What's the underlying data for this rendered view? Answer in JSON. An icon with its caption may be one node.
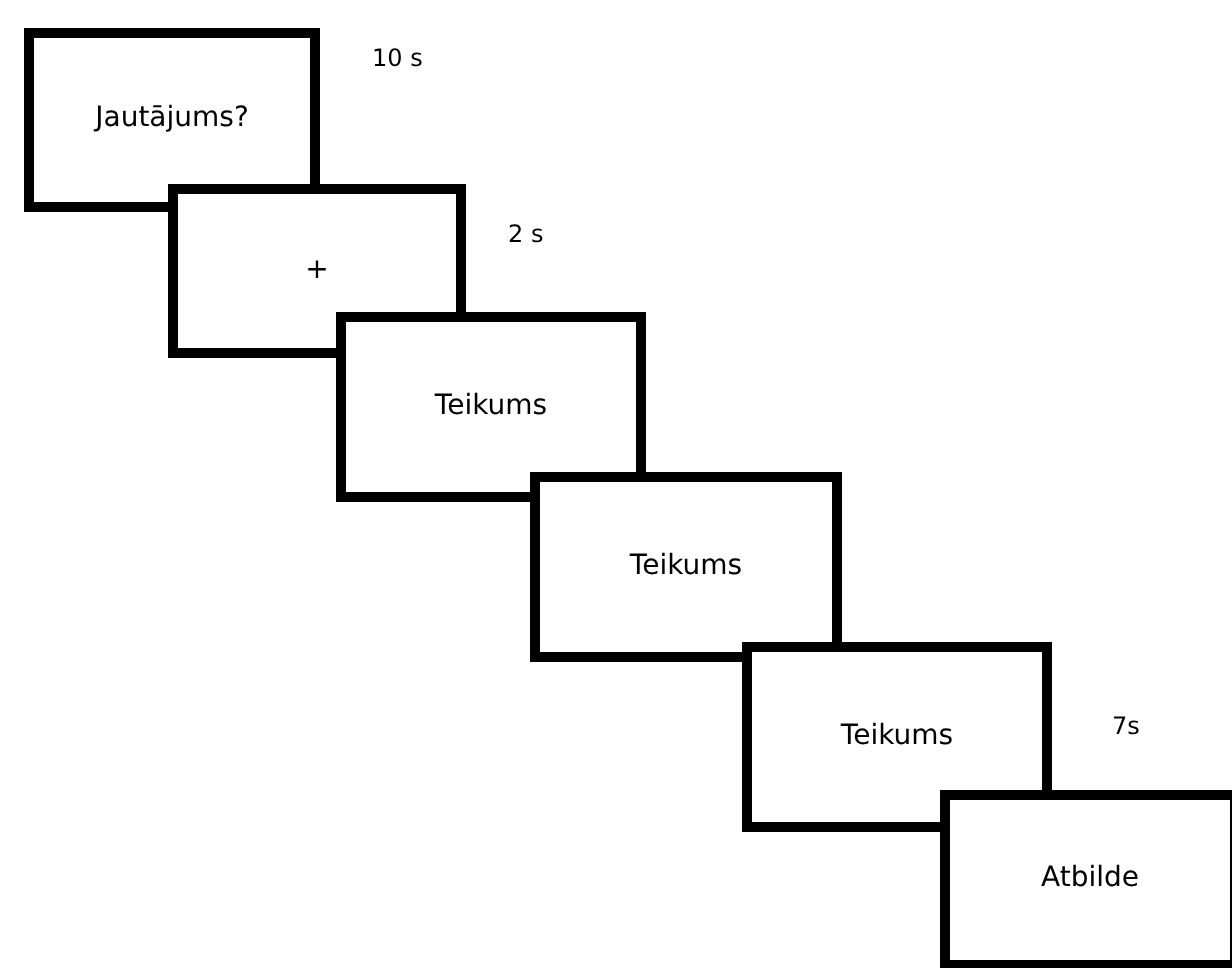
{
  "diagram": {
    "nodes": [
      {
        "text": [
          "Jautājums?"
        ],
        "beside": [
          "10 s"
        ]
      },
      {
        "text": [
          "+"
        ],
        "beside": [
          "2 s"
        ]
      },
      {
        "text": [
          "Teikums"
        ]
      },
      {
        "text": [
          "Teikums"
        ]
      },
      {
        "text": [
          "Teikums"
        ]
      },
      {
        "text": [
          "Atbilde"
        ],
        "beside": [
          "7s"
        ]
      }
    ]
  }
}
